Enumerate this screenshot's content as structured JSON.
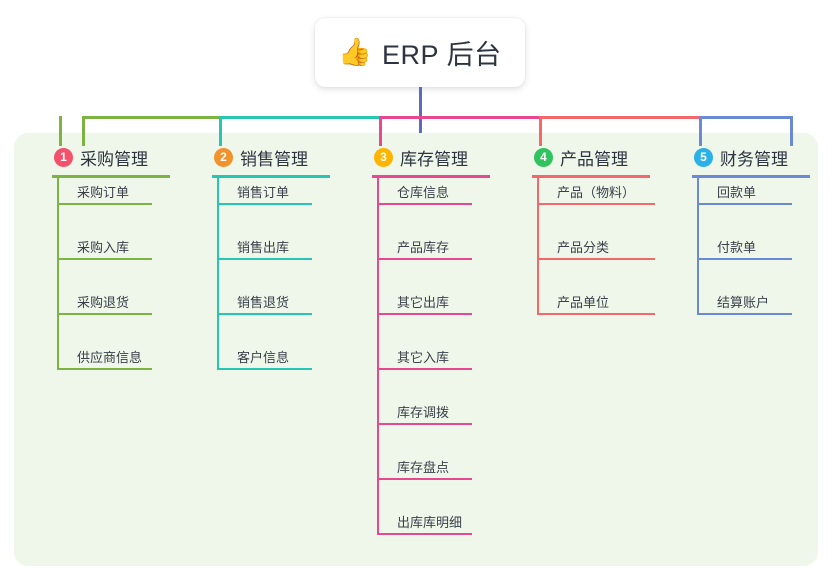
{
  "root": {
    "emoji": "👍",
    "emoji_name": "thumbs-up-icon",
    "title": "ERP 后台"
  },
  "theme": {
    "panel_bg": "#eef7e9",
    "page_bg": "#ffffff",
    "trunk_color": "#5b6bc0",
    "text_color": "#2e3340"
  },
  "branches": [
    {
      "number": "1",
      "title": "采购管理",
      "color": "#7cb342",
      "badge_color": "#f4516c",
      "items": [
        "采购订单",
        "采购入库",
        "采购退货",
        "供应商信息"
      ]
    },
    {
      "number": "2",
      "title": "销售管理",
      "color": "#26c6b3",
      "badge_color": "#f3922b",
      "items": [
        "销售订单",
        "销售出库",
        "销售退货",
        "客户信息"
      ]
    },
    {
      "number": "3",
      "title": "库存管理",
      "color": "#e8488f",
      "badge_color": "#ffb400",
      "items": [
        "仓库信息",
        "产品库存",
        "其它出库",
        "其它入库",
        "库存调拨",
        "库存盘点",
        "出库库明细"
      ]
    },
    {
      "number": "4",
      "title": "产品管理",
      "color": "#f4676b",
      "badge_color": "#2fc45e",
      "items": [
        "产品（物料）",
        "产品分类",
        "产品单位"
      ]
    },
    {
      "number": "5",
      "title": "财务管理",
      "color": "#6b8ad6",
      "badge_color": "#2bb0e8",
      "items": [
        "回款单",
        "付款单",
        "结算账户"
      ]
    }
  ]
}
